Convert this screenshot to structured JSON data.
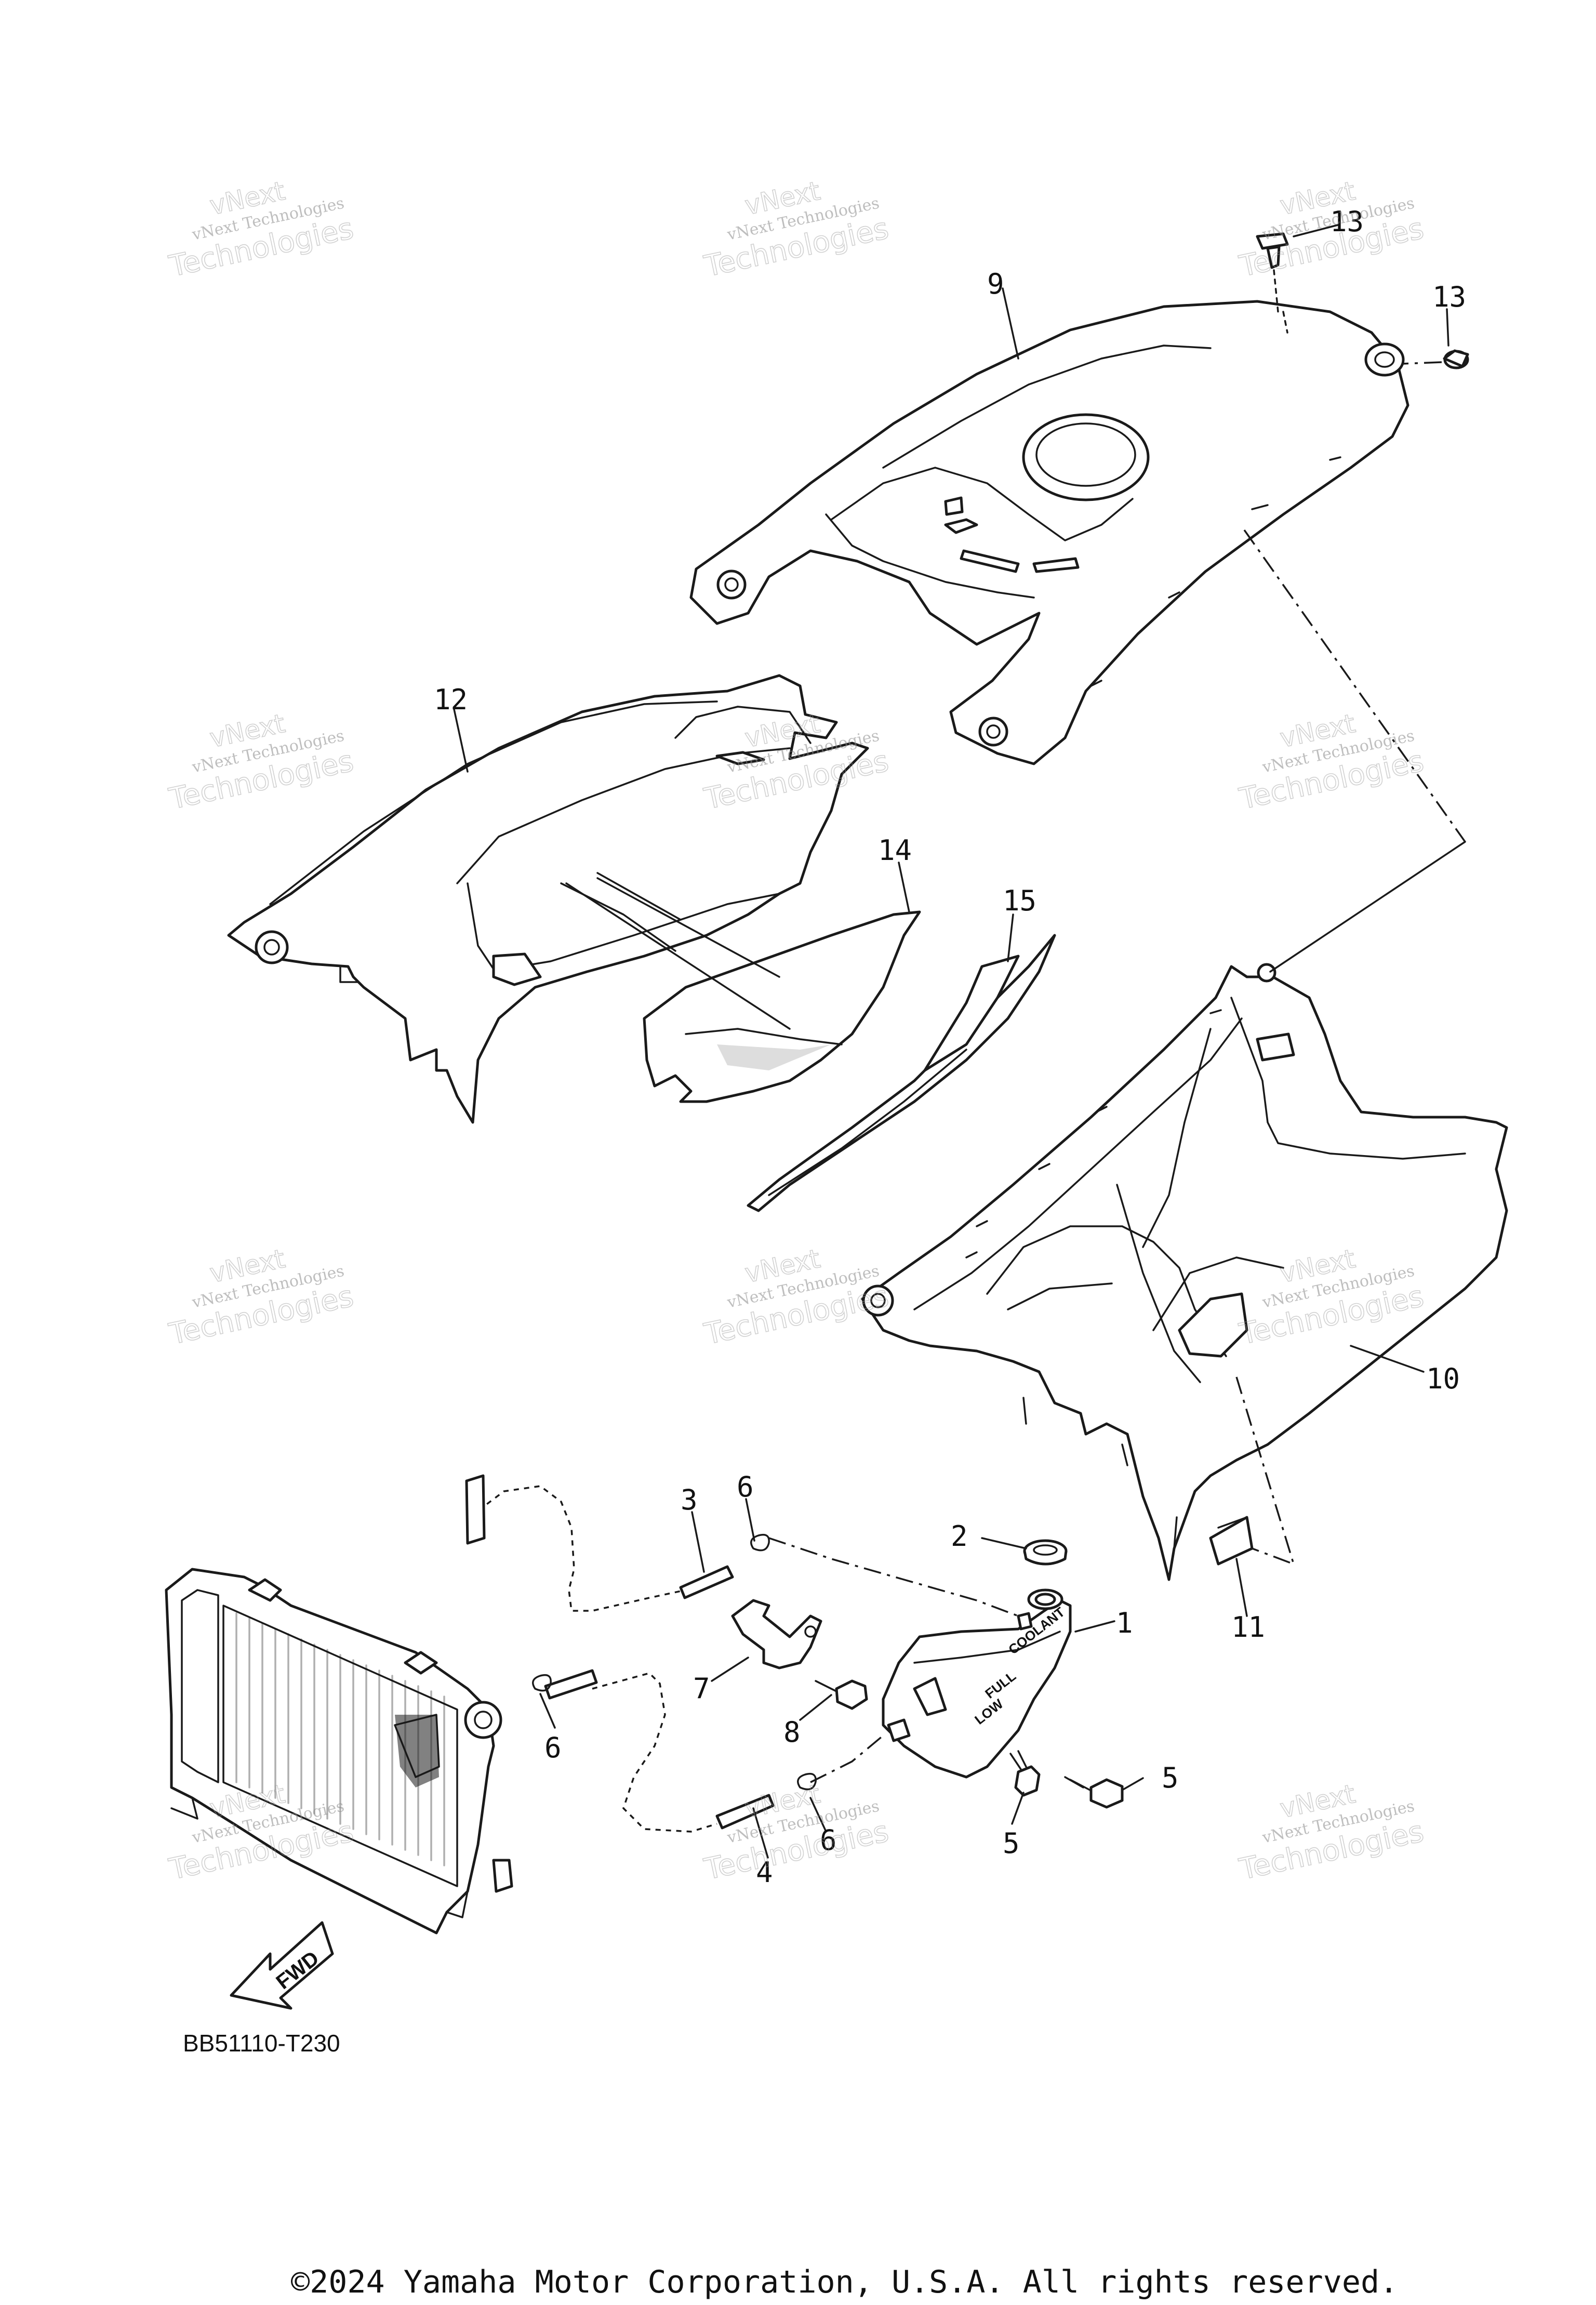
{
  "diagram": {
    "drawing_number": "BB51110-T230",
    "copyright": "©2024 Yamaha Motor Corporation, U.S.A. All rights reserved.",
    "fwd_label": "FWD",
    "tank_labels": [
      "COOLANT",
      "FULL",
      "LOW"
    ],
    "callouts": [
      {
        "id": "c1",
        "label": "1"
      },
      {
        "id": "c2",
        "label": "2"
      },
      {
        "id": "c3",
        "label": "3"
      },
      {
        "id": "c4",
        "label": "4"
      },
      {
        "id": "c5a",
        "label": "5"
      },
      {
        "id": "c5b",
        "label": "5"
      },
      {
        "id": "c6a",
        "label": "6"
      },
      {
        "id": "c6b",
        "label": "6"
      },
      {
        "id": "c6c",
        "label": "6"
      },
      {
        "id": "c7",
        "label": "7"
      },
      {
        "id": "c8",
        "label": "8"
      },
      {
        "id": "c9",
        "label": "9"
      },
      {
        "id": "c10",
        "label": "10"
      },
      {
        "id": "c11",
        "label": "11"
      },
      {
        "id": "c12",
        "label": "12"
      },
      {
        "id": "c13a",
        "label": "13"
      },
      {
        "id": "c13b",
        "label": "13"
      },
      {
        "id": "c14",
        "label": "14"
      },
      {
        "id": "c15",
        "label": "15"
      }
    ],
    "watermark": {
      "line1": "vNext",
      "line2": "vNext Technologies",
      "line3": "Technologies"
    }
  }
}
